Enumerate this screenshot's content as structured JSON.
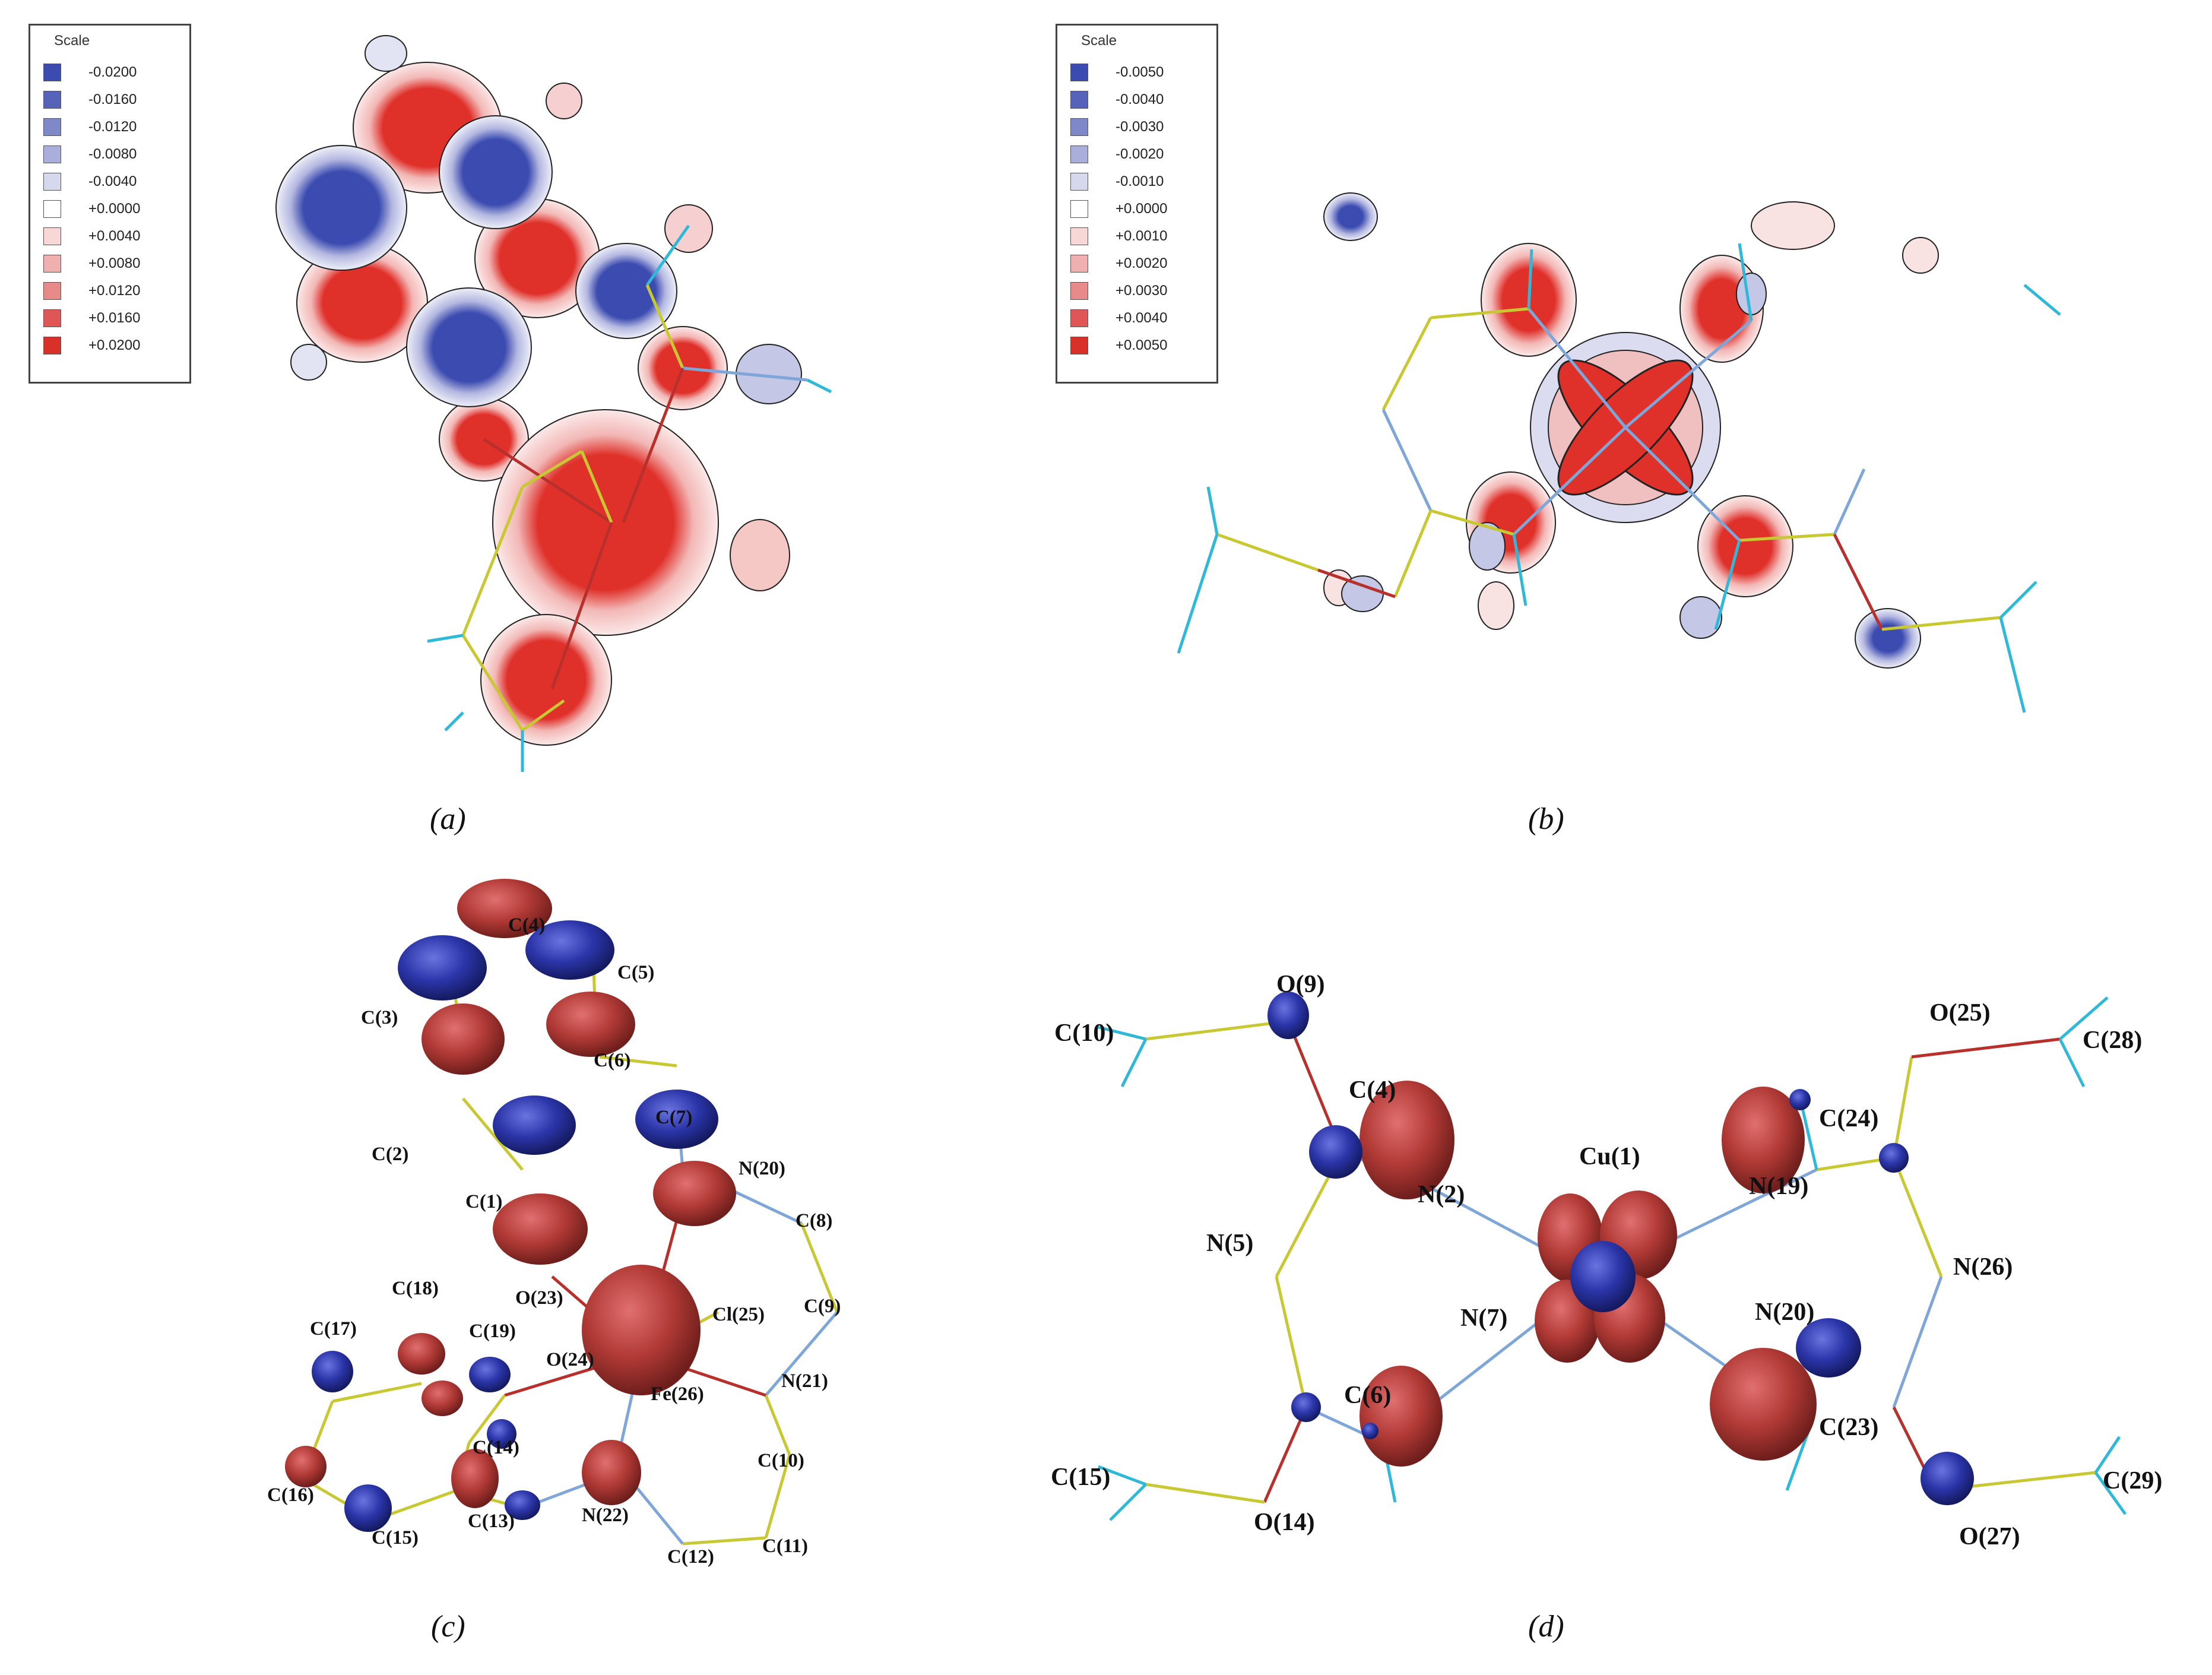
{
  "panel_a": {
    "caption": "(a)",
    "legend": {
      "title": "Scale",
      "entries": [
        {
          "value": "-0.0200",
          "color": "#3b4bb0"
        },
        {
          "value": "-0.0160",
          "color": "#5563bb"
        },
        {
          "value": "-0.0120",
          "color": "#7f88c8"
        },
        {
          "value": "-0.0080",
          "color": "#a9aedb"
        },
        {
          "value": "-0.0040",
          "color": "#d6d8ee"
        },
        {
          "value": "+0.0000",
          "color": "#ffffff"
        },
        {
          "value": "+0.0040",
          "color": "#f8d7d7"
        },
        {
          "value": "+0.0080",
          "color": "#f0b0b0"
        },
        {
          "value": "+0.0120",
          "color": "#e88a8a"
        },
        {
          "value": "+0.0160",
          "color": "#e05555"
        },
        {
          "value": "+0.0200",
          "color": "#d9302a"
        }
      ]
    }
  },
  "panel_b": {
    "caption": "(b)",
    "legend": {
      "title": "Scale",
      "entries": [
        {
          "value": "-0.0050",
          "color": "#3b4bb0"
        },
        {
          "value": "-0.0040",
          "color": "#5563bb"
        },
        {
          "value": "-0.0030",
          "color": "#7f88c8"
        },
        {
          "value": "-0.0020",
          "color": "#a9aedb"
        },
        {
          "value": "-0.0010",
          "color": "#d6d8ee"
        },
        {
          "value": "+0.0000",
          "color": "#ffffff"
        },
        {
          "value": "+0.0010",
          "color": "#f8d7d7"
        },
        {
          "value": "+0.0020",
          "color": "#f0b0b0"
        },
        {
          "value": "+0.0030",
          "color": "#e88a8a"
        },
        {
          "value": "+0.0040",
          "color": "#e05555"
        },
        {
          "value": "+0.0050",
          "color": "#d9302a"
        }
      ]
    }
  },
  "panel_c": {
    "caption": "(c)",
    "atoms": {
      "C4": "C(4)",
      "C5": "C(5)",
      "C3": "C(3)",
      "C6": "C(6)",
      "C7": "C(7)",
      "C2": "C(2)",
      "N20": "N(20)",
      "C1": "C(1)",
      "C8": "C(8)",
      "C18": "C(18)",
      "O23": "O(23)",
      "Cl25": "Cl(25)",
      "C9": "C(9)",
      "C17": "C(17)",
      "C19": "C(19)",
      "O24": "O(24)",
      "N21": "N(21)",
      "Fe26": "Fe(26)",
      "C14": "C(14)",
      "C10": "C(10)",
      "C16": "C(16)",
      "C15": "C(15)",
      "C13": "C(13)",
      "N22": "N(22)",
      "C12": "C(12)",
      "C11": "C(11)"
    }
  },
  "panel_d": {
    "caption": "(d)",
    "atoms": {
      "O9": "O(9)",
      "C10": "C(10)",
      "C4": "C(4)",
      "O25": "O(25)",
      "C28": "C(28)",
      "C24": "C(24)",
      "Cu1": "Cu(1)",
      "N2": "N(2)",
      "N19": "N(19)",
      "N5": "N(5)",
      "N26": "N(26)",
      "N7": "N(7)",
      "N20": "N(20)",
      "C6": "C(6)",
      "C23": "C(23)",
      "C15": "C(15)",
      "C29": "C(29)",
      "O14": "O(14)",
      "O27": "O(27)"
    }
  },
  "colors": {
    "positive_lobe": "#c9403c",
    "negative_lobe": "#3a47b8",
    "bond_c": "#c8c832",
    "bond_n": "#7ea6d8",
    "bond_o": "#b8302c",
    "hydrogen": "#30b8d8"
  }
}
